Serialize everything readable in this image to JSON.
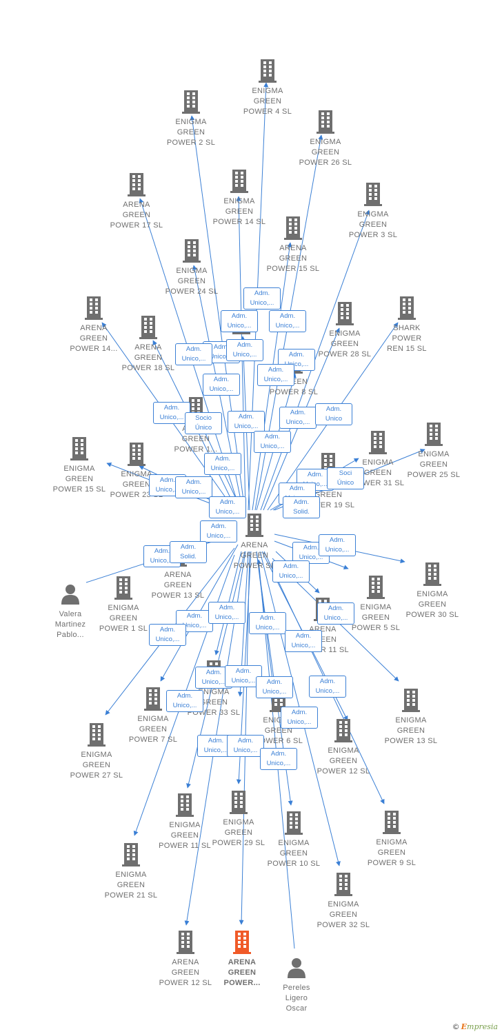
{
  "colors": {
    "edge": "#3a7fd5",
    "company": "#6f6f6f",
    "focus": "#f05a28",
    "label": "#6f6f6f"
  },
  "nodes": [
    {
      "id": "center",
      "label": "ARENA\nGREEN\nPOWER  SL",
      "icon": "building-icon",
      "hl": false
    },
    {
      "id": "focus",
      "label": "ARENA\nGREEN\nPOWER...",
      "icon": "building-icon",
      "hl": true
    },
    {
      "id": "egp4",
      "label": "ENIGMA\nGREEN\nPOWER 4  SL",
      "icon": "building-icon"
    },
    {
      "id": "egp2",
      "label": "ENIGMA\nGREEN\nPOWER 2  SL",
      "icon": "building-icon"
    },
    {
      "id": "egp26",
      "label": "ENIGMA\nGREEN\nPOWER 26  SL",
      "icon": "building-icon"
    },
    {
      "id": "agp17",
      "label": "ARENA\nGREEN\nPOWER 17  SL",
      "icon": "building-icon"
    },
    {
      "id": "egp14",
      "label": "ENIGMA\nGREEN\nPOWER 14  SL",
      "icon": "building-icon"
    },
    {
      "id": "egp3",
      "label": "ENIGMA\nGREEN\nPOWER 3  SL",
      "icon": "building-icon"
    },
    {
      "id": "agp15",
      "label": "ARENA\nGREEN\nPOWER 15  SL",
      "icon": "building-icon"
    },
    {
      "id": "egp24",
      "label": "ENIGMA\nGREEN\nPOWER 24  SL",
      "icon": "building-icon"
    },
    {
      "id": "agp14",
      "label": "ARENA\nGREEN\nPOWER 14...",
      "icon": "building-icon"
    },
    {
      "id": "agp18",
      "label": "ARENA\nGREEN\nPOWER 18  SL",
      "icon": "building-icon"
    },
    {
      "id": "egp28",
      "label": "ENIGMA\nGREEN\nPOWER 28  SL",
      "icon": "building-icon"
    },
    {
      "id": "shark",
      "label": "SHARK\nPOWER\nREN 15  SL",
      "icon": "building-icon"
    },
    {
      "id": "egpX",
      "label": "ENIGMA\nGRE...",
      "icon": "building-icon"
    },
    {
      "id": "gp8",
      "label": "GREEN\nPOWER 8  SL",
      "icon": "building-icon"
    },
    {
      "id": "agp1x",
      "label": "ARENA\nGREEN\nPOWER 1...",
      "icon": "building-icon"
    },
    {
      "id": "egp15",
      "label": "ENIGMA\nGREEN\nPOWER 15  SL",
      "icon": "building-icon"
    },
    {
      "id": "egp23",
      "label": "ENIGMA\nGREEN\nPOWER 23  SL",
      "icon": "building-icon"
    },
    {
      "id": "agp19",
      "label": "ARENA\nGREEN\nPOWER 19  SL",
      "icon": "building-icon"
    },
    {
      "id": "egp31",
      "label": "ENIGMA\nGREEN\nPOWER 31  SL",
      "icon": "building-icon"
    },
    {
      "id": "egp25",
      "label": "ENIGMA\nGREEN\nPOWER 25  SL",
      "icon": "building-icon"
    },
    {
      "id": "agp13",
      "label": "ARENA\nGREEN\nPOWER 13  SL",
      "icon": "building-icon"
    },
    {
      "id": "valera",
      "label": "Valera\nMartinez\nPablo...",
      "icon": "person-icon"
    },
    {
      "id": "egp1",
      "label": "ENIGMA\nGREEN\nPOWER 1  SL",
      "icon": "building-icon"
    },
    {
      "id": "egp30",
      "label": "ENIGMA\nGREEN\nPOWER 30  SL",
      "icon": "building-icon"
    },
    {
      "id": "egp5",
      "label": "ENIGMA\nGREEN\nPOWER 5  SL",
      "icon": "building-icon"
    },
    {
      "id": "agp11",
      "label": "ARENA\nGREEN\nPOWER 11  SL",
      "icon": "building-icon"
    },
    {
      "id": "egp7",
      "label": "ENIGMA\nGREEN\nPOWER 7  SL",
      "icon": "building-icon"
    },
    {
      "id": "egp33",
      "label": "ENIGMA\nGREEN\nPOWER 33  SL",
      "icon": "building-icon"
    },
    {
      "id": "egp6",
      "label": "ENIGMA\nGREEN\nPOWER 6  SL",
      "icon": "building-icon"
    },
    {
      "id": "egp13",
      "label": "ENIGMA\nGREEN\nPOWER 13  SL",
      "icon": "building-icon"
    },
    {
      "id": "egp27",
      "label": "ENIGMA\nGREEN\nPOWER 27  SL",
      "icon": "building-icon"
    },
    {
      "id": "egp12",
      "label": "ENIGMA\nGREEN\nPOWER 12  SL",
      "icon": "building-icon"
    },
    {
      "id": "egp11",
      "label": "ENIGMA\nGREEN\nPOWER 11  SL",
      "icon": "building-icon"
    },
    {
      "id": "egp29",
      "label": "ENIGMA\nGREEN\nPOWER 29  SL",
      "icon": "building-icon"
    },
    {
      "id": "egp10",
      "label": "ENIGMA\nGREEN\nPOWER 10  SL",
      "icon": "building-icon"
    },
    {
      "id": "egp9",
      "label": "ENIGMA\nGREEN\nPOWER 9  SL",
      "icon": "building-icon"
    },
    {
      "id": "agp21",
      "label": "ENIGMA\nGREEN\nPOWER 21  SL",
      "icon": "building-icon"
    },
    {
      "id": "egp32",
      "label": "ENIGMA\nGREEN\nPOWER 32  SL",
      "icon": "building-icon"
    },
    {
      "id": "agp12",
      "label": "ARENA\nGREEN\nPOWER 12  SL",
      "icon": "building-icon"
    },
    {
      "id": "pereles",
      "label": "Pereles\nLigero\nOscar",
      "icon": "person-icon"
    }
  ],
  "relations": [
    "Adm.\nUnico,...",
    "Adm.\nUnico,...",
    "Adm.\nUnico,...",
    "Adm.\nUnico,...",
    "Adm.\nUnico,...",
    "Adm.\nUnico,...",
    "Adm.\nUnico,...",
    "Adm.\nUnico,...",
    "Adm.\nUnico,...",
    "Adm.\nUnico,...",
    "Socio\nÚnico",
    "Adm.\nUnico,...",
    "Adm.\nUnico,...",
    "Adm.\nUnico,...",
    "Adm.\nUnico",
    "Adm.\nUnico,...",
    "Adm.\nUnico,...",
    "Adm.\nUnico,...",
    "Adm.\nUnico,...",
    "Adm.\nUnico,...",
    "Soci\nÚnico",
    "Adm.\nUnico,...",
    "Adm.\nUnico,...",
    "Adm.\nSolid.",
    "Adm.\nUnico,...",
    "Adm.\nUnico,...",
    "Adm.\nUnico,...",
    "Adm.\nUnico,...",
    "Adm.\nUnico,...",
    "Adm.\nUnico,...",
    "Adm.\nUnico,...",
    "Adm.\nUnico,...",
    "Adm.\nUnico,...",
    "Adm.\nUnico,...",
    "Adm.\nUnico,...",
    "Adm.\nUnico,...",
    "Adm.\nUnico,...",
    "Adm.\nUnico,...",
    "Adm.\nUnico,...",
    "Adm.\nUnico,...",
    "Adm.\nUnico,...",
    "Adm.\nUnico,...",
    "Adm.\nUnico,...",
    "Adm.\nSolid."
  ],
  "footer": {
    "copyright": "©",
    "brand_initial": "E",
    "brand_rest": "mpresia"
  }
}
